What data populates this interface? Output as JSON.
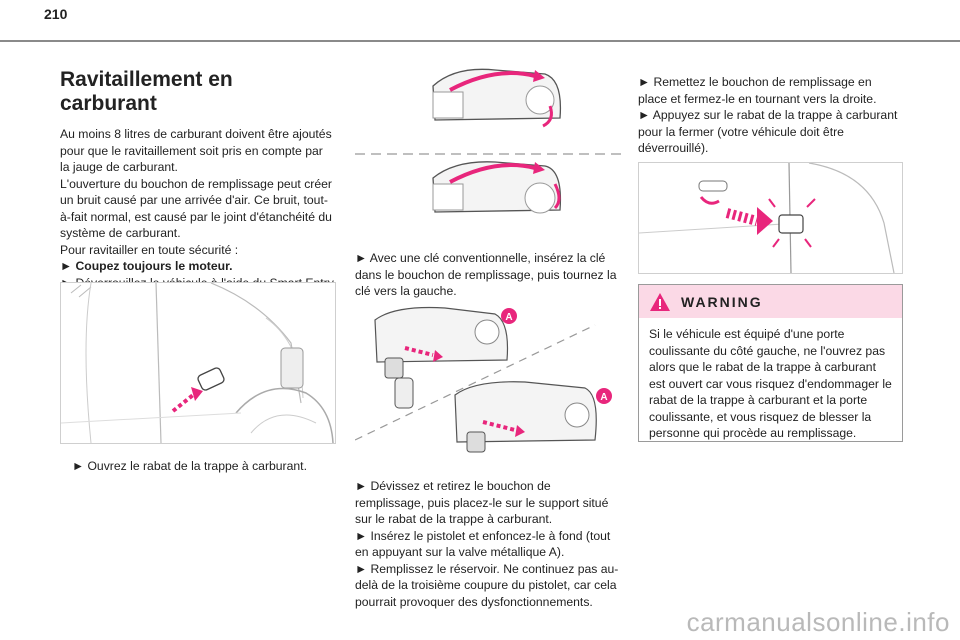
{
  "page": {
    "number": "210"
  },
  "section": {
    "title": "Ravitaillement en carburant"
  },
  "col1": {
    "lines": [
      {
        "prefix": "",
        "text": "Au moins 8 litres de carburant doivent être ajoutés pour que le ravitaillement soit pris en compte par la jauge de carburant.",
        "bold": false
      },
      {
        "prefix": "",
        "text": "L'ouverture du bouchon de remplissage peut créer un bruit causé par une arrivée d'air. Ce bruit, tout-à-fait normal, est causé par le joint d'étanchéité du système de carburant.",
        "bold": false
      },
      {
        "prefix": "",
        "text": "Pour ravitailler en toute sécurité :",
        "bold": false
      },
      {
        "prefix": "► ",
        "text": "Coupez toujours le moteur.",
        "bold": true
      },
      {
        "prefix": "► ",
        "text": "Déverrouillez le véhicule à l'aide du Smart Entry & Start.",
        "bold": false
      }
    ],
    "caption": "► Ouvrez le rabat de la trappe à carburant."
  },
  "col2": {
    "caption1": "► Avec une clé conventionnelle, insérez la clé dans le bouchon de remplissage, puis tournez la clé vers la gauche.",
    "label_a": "A",
    "steps": [
      "► Dévissez et retirez le bouchon de remplissage, puis placez-le sur le support situé sur le rabat de la trappe à carburant.",
      "► Insérez le pistolet et enfoncez-le à fond (tout en appuyant sur la valve métallique A).",
      "► Remplissez le réservoir. Ne continuez pas au-delà de la troisième coupure du pistolet, car cela pourrait provoquer des dysfonctionnements."
    ]
  },
  "col3": {
    "steps": [
      "► Remettez le bouchon de remplissage en place et fermez-le en tournant vers la droite.",
      "► Appuyez sur le rabat de la trappe à carburant pour la fermer (votre véhicule doit être déverrouillé)."
    ]
  },
  "warning": {
    "title": "WARNING",
    "text": "Si le véhicule est équipé d'une porte coulissante du côté gauche, ne l'ouvrez pas alors que le rabat de la trappe à carburant est ouvert car vous risquez d'endommager le rabat de la trappe à carburant et la porte coulissante, et vous risquez de blesser la personne qui procède au remplissage."
  },
  "watermark": {
    "text": "carmanualsonline.info"
  },
  "colors": {
    "accent_pink": "#e8267c",
    "warn_bg": "#fbd9e6"
  }
}
